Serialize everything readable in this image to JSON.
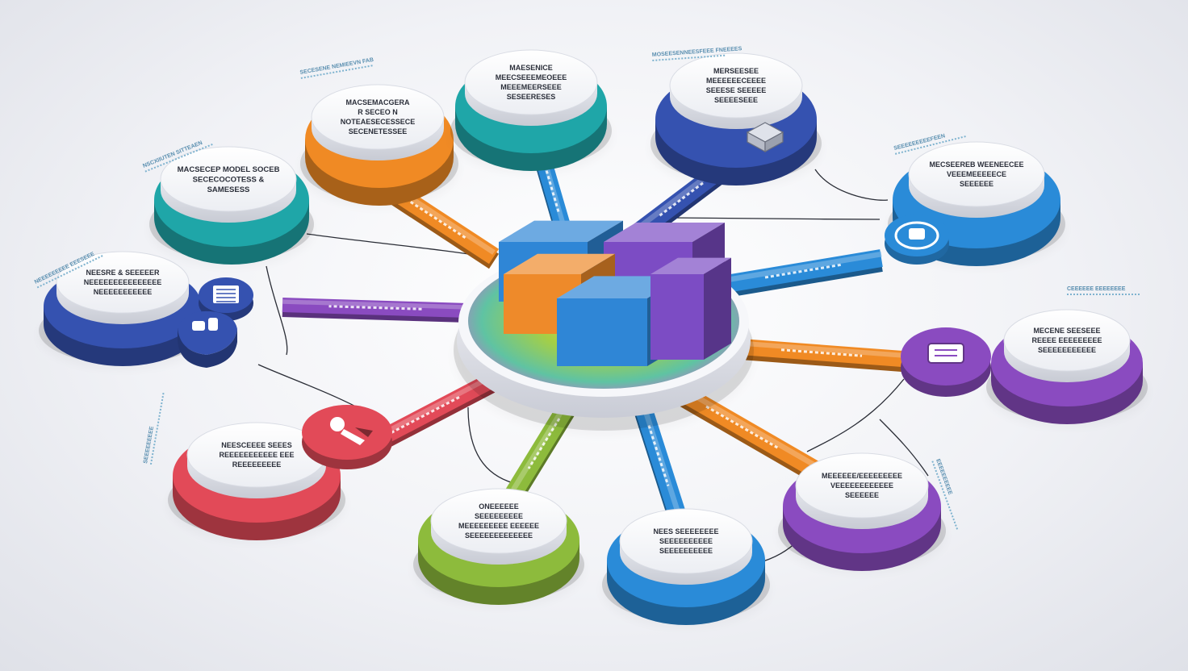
{
  "colors": {
    "orange": "#f08a24",
    "teal": "#1fa6a8",
    "navy": "#3552b0",
    "blue": "#2a8bd8",
    "purple": "#8a4bc0",
    "red": "#e24a58",
    "green": "#8dbb3c",
    "hub_blue": "#2f86d6",
    "hub_purple": "#7c4cc4",
    "hub_orange": "#ee8a2a"
  },
  "hub": {
    "name": "central-hub",
    "blocks": [
      "hub-blue",
      "hub-orange",
      "hub-purple"
    ]
  },
  "nodes": [
    {
      "id": "teal-top-left",
      "color": "teal",
      "lines": [
        "MACSECEP MODEL SOCEB",
        "SECECOCOTESS &",
        "SAMESESS"
      ],
      "caption": "NSCXIIUTEN SITTEAEN",
      "icon": ""
    },
    {
      "id": "orange-top",
      "color": "orange",
      "lines": [
        "MACSEMACGERA",
        "R SECEO N",
        "NOTEAESECESSECE",
        "SECENETESSEE"
      ],
      "caption": "SECESENE NEMIEEVN FAB",
      "icon": ""
    },
    {
      "id": "teal-top",
      "color": "teal",
      "lines": [
        "MAESENICE",
        "MEECSEEEMEOEEE",
        "MEEEMEERSEEE",
        "SESEERESES"
      ],
      "caption": "",
      "icon": ""
    },
    {
      "id": "navy-top-right",
      "color": "navy",
      "lines": [
        "MERSEESEE",
        "MEEEEEECEEEE",
        "SEEESE SEEEEE",
        "SEEEESEEE"
      ],
      "caption": "MOSEESENNEESFEEE FNEEEES",
      "icon": "server-icon"
    },
    {
      "id": "blue-right",
      "color": "blue",
      "lines": [
        "MECSEEREB WEENEECEE",
        "VEEEMEEEEECE",
        "SEEEEEE"
      ],
      "caption": "SEEEEEEEEEFEEN",
      "icon": "network-icon"
    },
    {
      "id": "navy-left",
      "color": "navy",
      "lines": [
        "NEESRE & SEEEEER",
        "NEEEEEEEEEEEEEEE",
        "NEEEEEEEEEEE"
      ],
      "caption": "NEEEEEEEEE EEESEEE",
      "icon": "document-icon"
    },
    {
      "id": "purple-right",
      "color": "purple",
      "lines": [
        "MECENE SEESEEE",
        "REEEE EEEEEEEEE",
        "SEEEEEEEEEEE"
      ],
      "caption": "CEEEEEE EEEEEEEE",
      "icon": "cloud-icon"
    },
    {
      "id": "red-left",
      "color": "red",
      "lines": [
        "NEESCEEEE SEEES",
        "REEEEEEEEEEE EEE",
        "REEEEEEEEE"
      ],
      "caption": "SEEEEEEEEE",
      "icon": "tools-icon"
    },
    {
      "id": "green-bottom",
      "color": "green",
      "lines": [
        "ONEEEEEE",
        "SEEEEEEEEE",
        "MEEEEEEEEE EEEEEE",
        "SEEEEEEEEEEEEE"
      ],
      "caption": "",
      "icon": ""
    },
    {
      "id": "blue-bottom",
      "color": "blue",
      "lines": [
        "NEES SEEEEEEEE",
        "SEEEEEEEEEE",
        "SEEEEEEEEEE"
      ],
      "caption": "",
      "icon": ""
    },
    {
      "id": "purple-bottom-right",
      "color": "purple",
      "lines": [
        "MEEEEEE/EEEEEEEEE",
        "VEEEEEEEEEEEE",
        "SEEEEEE"
      ],
      "caption": "EEEEEEEEEE",
      "icon": ""
    }
  ]
}
